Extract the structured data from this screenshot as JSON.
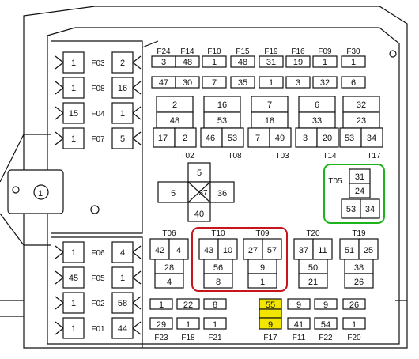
{
  "colors": {
    "highlight_red": "#c4161c",
    "highlight_green": "#1db31d",
    "highlight_yellow": "#f2e600",
    "line": "#111111"
  },
  "left_column": {
    "top": [
      {
        "left": "1",
        "id": "F03",
        "right": "2"
      },
      {
        "left": "1",
        "id": "F08",
        "right": "16"
      },
      {
        "left": "15",
        "id": "F04",
        "right": "1"
      },
      {
        "left": "1",
        "id": "F07",
        "right": "5"
      }
    ],
    "bottom": [
      {
        "left": "1",
        "id": "F06",
        "right": "4"
      },
      {
        "left": "45",
        "id": "F05",
        "right": "1"
      },
      {
        "left": "1",
        "id": "F02",
        "right": "58"
      },
      {
        "left": "1",
        "id": "F01",
        "right": "44"
      }
    ]
  },
  "top_fuse_row": {
    "labels": [
      "F24",
      "F14",
      "F10",
      "F15",
      "F19",
      "F16",
      "F09",
      "F30"
    ],
    "upper": [
      "3",
      "48",
      "1",
      "48",
      "31",
      "19",
      "1",
      "1"
    ],
    "lower": [
      "47",
      "30",
      "7",
      "35",
      "1",
      "3",
      "32",
      "6"
    ]
  },
  "relays_top": [
    {
      "id": "T02",
      "top": "2",
      "mid": "48",
      "left": "17",
      "right": "2"
    },
    {
      "id": "T08",
      "top": "16",
      "mid": "53",
      "left": "46",
      "right": "53"
    },
    {
      "id": "T03",
      "top": "7",
      "mid": "18",
      "left": "7",
      "right": "49"
    },
    {
      "id": "T14",
      "top": "6",
      "mid": "33",
      "left": "3",
      "right": "20"
    },
    {
      "id": "T17",
      "top": "32",
      "mid": "23",
      "left": "53",
      "right": "34"
    }
  ],
  "relay_t05": {
    "id": "T05",
    "top": "31",
    "mid": "24",
    "left": "53",
    "right": "34"
  },
  "cross_relay": {
    "top": "5",
    "left": "5",
    "center": "37",
    "right": "36",
    "bottom": "40"
  },
  "relays_bottom": [
    {
      "id": "T06",
      "left": "42",
      "right": "4",
      "mid": "28",
      "bottom": "4"
    },
    {
      "id": "T10",
      "left": "43",
      "right": "10",
      "mid": "56",
      "bottom": "8"
    },
    {
      "id": "T09",
      "left": "27",
      "right": "57",
      "mid": "9",
      "bottom": "1"
    },
    {
      "id": "T20",
      "left": "37",
      "right": "11",
      "mid": "50",
      "bottom": "21"
    },
    {
      "id": "T19",
      "left": "51",
      "right": "25",
      "mid": "38",
      "bottom": "26"
    }
  ],
  "bottom_fuse_row": {
    "labels": [
      "F23",
      "F18",
      "F21",
      "F17",
      "F11",
      "F22",
      "F20"
    ],
    "upper": [
      "1",
      "22",
      "8",
      "55",
      "9",
      "9",
      "26"
    ],
    "lower": [
      "29",
      "1",
      "1",
      "9",
      "41",
      "54",
      "1"
    ]
  }
}
